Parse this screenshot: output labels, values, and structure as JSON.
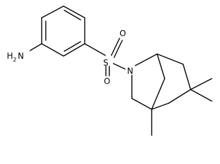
{
  "molecule": {
    "atoms": {
      "amine_h": "H",
      "amine_h_count": "2",
      "amine_n": "N",
      "sulfur": "S",
      "oxygen_top": "O",
      "oxygen_bottom": "O",
      "ring_nitrogen": "N"
    }
  }
}
